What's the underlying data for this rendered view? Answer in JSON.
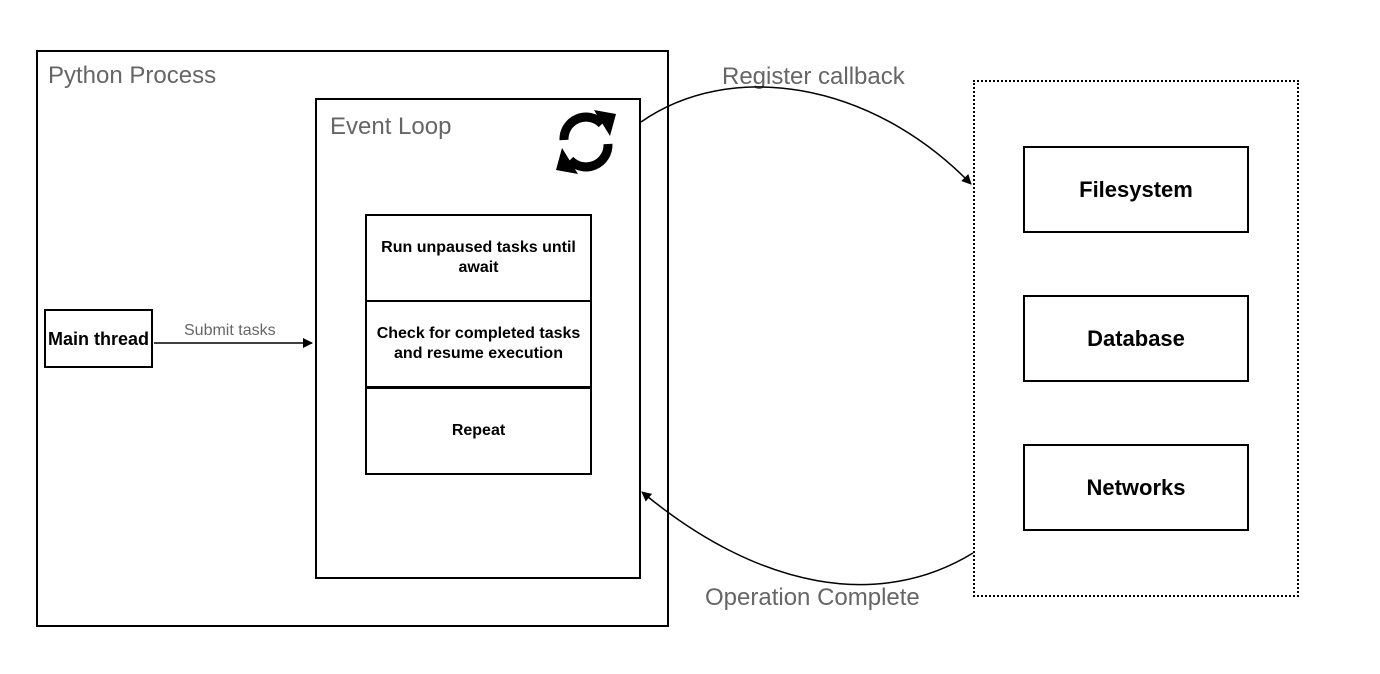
{
  "process": {
    "title": "Python Process"
  },
  "event_loop": {
    "title": "Event Loop",
    "icon": "refresh-icon",
    "steps": [
      "Run unpaused tasks until await",
      "Check for completed tasks and resume execution",
      "Repeat"
    ]
  },
  "main_thread": {
    "label": "Main thread"
  },
  "edges": {
    "submit": "Submit tasks",
    "register": "Register callback",
    "complete": "Operation Complete"
  },
  "resources": {
    "items": [
      "Filesystem",
      "Database",
      "Networks"
    ]
  }
}
